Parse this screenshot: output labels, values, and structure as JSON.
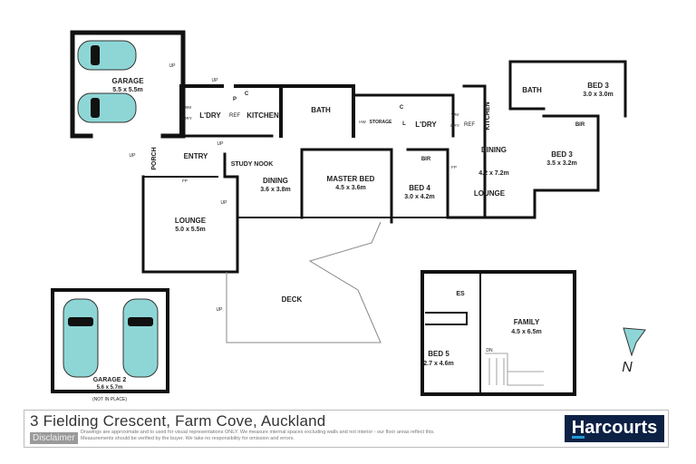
{
  "plan": {
    "rooms": [
      {
        "name": "GARAGE",
        "size": "5.5 x 5.5m"
      },
      {
        "name": "L'DRY"
      },
      {
        "name": "KITCHEN"
      },
      {
        "name": "BATH"
      },
      {
        "name": "STORAGE"
      },
      {
        "name": "L'DRY"
      },
      {
        "name": "KITCHEN"
      },
      {
        "name": "BATH"
      },
      {
        "name": "BED 3",
        "size": "3.0 x 3.0m"
      },
      {
        "name": "PORCH"
      },
      {
        "name": "ENTRY"
      },
      {
        "name": "STUDY NOOK"
      },
      {
        "name": "DINING",
        "size": "3.6 x 3.8m"
      },
      {
        "name": "MASTER BED",
        "size": "4.5 x 3.6m"
      },
      {
        "name": "BED 4",
        "size": "3.0 x 4.2m"
      },
      {
        "name": "DINING",
        "size": "4.2 x 7.2m"
      },
      {
        "name": "LOUNGE"
      },
      {
        "name": "BED 3",
        "size": "3.5 x 3.2m"
      },
      {
        "name": "LOUNGE",
        "size": "5.0 x 5.5m"
      },
      {
        "name": "DECK"
      },
      {
        "name": "GARAGE 2",
        "size": "5.6 x 5.7m",
        "note": "(NOT IN PLACE)"
      },
      {
        "name": "ES"
      },
      {
        "name": "BED 5",
        "size": "2.7 x 4.6m"
      },
      {
        "name": "FAMILY",
        "size": "4.5 x 6.5m"
      }
    ],
    "small_labels": {
      "up": "UP",
      "dn": "DN",
      "wm": "WM",
      "dry": "DRY",
      "ref": "REF",
      "p": "P",
      "c": "C",
      "l": "L",
      "hw": "HW",
      "fp": "FP",
      "bir": "BIR"
    },
    "north": "N"
  },
  "footer": {
    "address": "3 Fielding Crescent, Farm Cove, Auckland",
    "disclaimer_tag": "Disclaimer",
    "disclaimer_text": "Drawings are approximate and to used for visual representations ONLY. We measure internal spaces excluding walls and not interior - our floor areas reflect this. Measurements should be verified by the buyer. We take no responsibility for omission and errors.",
    "brand": "Harcourts"
  },
  "colors": {
    "car": "#8ed6d6",
    "wall": "#111111",
    "brand": "#0d2145",
    "accent": "#1e9bd7"
  }
}
